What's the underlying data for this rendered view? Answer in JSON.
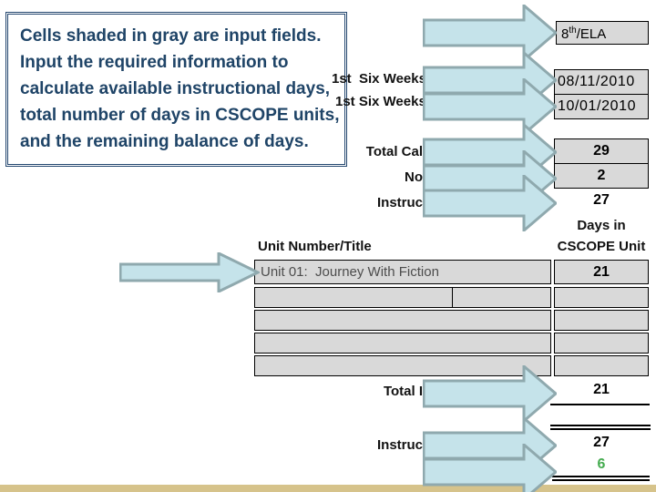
{
  "instructions": {
    "lines": [
      "Cells shaded in gray are input fields.",
      "Input the required information to",
      "calculate available instructional days,",
      "total number of days in CSCOPE units,",
      "and the remaining balance of days."
    ]
  },
  "subject": {
    "base": "8",
    "sup": "th",
    "rest": "/ELA"
  },
  "six_weeks": {
    "row1_label": "1st  Six Weeks",
    "row1_value": "08/11/2010",
    "row2_label": "1st Six Weeks",
    "row2_value": "10/01/2010"
  },
  "calc": {
    "total_cal_label": "Total Cal",
    "total_cal_value": "29",
    "no_label": "No",
    "no_value": "2",
    "instruc_label": "Instruc",
    "instruc_value": "27"
  },
  "table": {
    "col1_header": "Unit Number/Title",
    "col2_header_line1": "Days in",
    "col2_header_line2": "CSCOPE Unit",
    "rows": [
      {
        "title": "Unit 01:  Journey With Fiction",
        "days": "21"
      },
      {
        "title": "",
        "days": ""
      },
      {
        "title": "",
        "days": ""
      },
      {
        "title": "",
        "days": ""
      },
      {
        "title": "",
        "days": ""
      }
    ]
  },
  "totals": {
    "total_label": "Total I",
    "total_value": "21",
    "instructional_label": "Instruc",
    "instructional_value": "27",
    "balance_value": "6"
  },
  "colors": {
    "note_text": "#1F4467",
    "input_cell_gray": "#D9D9D9",
    "arrow_fill": "#C5E3EA",
    "arrow_stroke": "#8FA9AE",
    "balance_green": "#45AC50",
    "bottom_bar_tan": "#D6C38B"
  }
}
